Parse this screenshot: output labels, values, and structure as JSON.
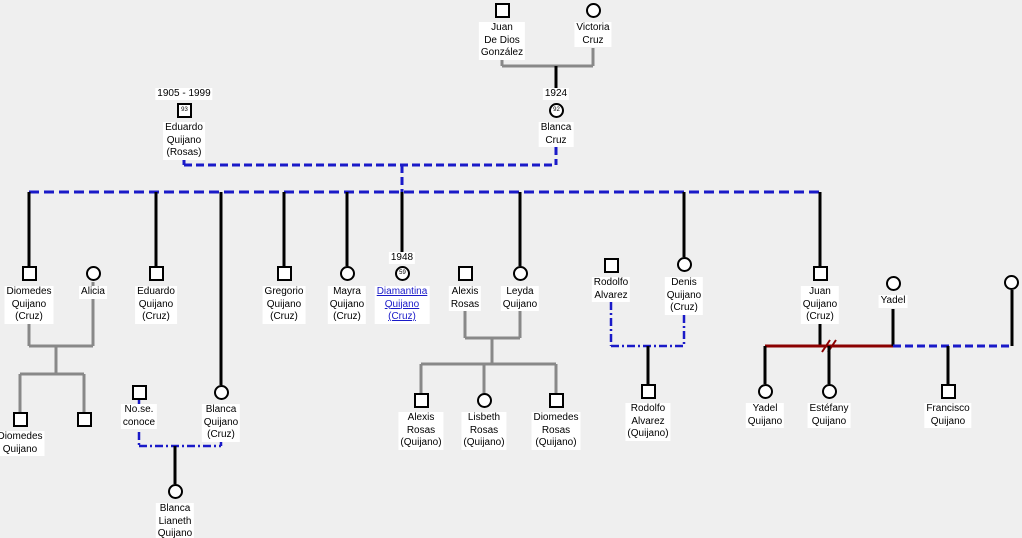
{
  "people": {
    "juan_dios": "Juan\nDe Dios\nGonzález",
    "victoria": "Victoria\nCruz",
    "eduardo_sr": "Eduardo\nQuijano\n(Rosas)",
    "blanca_cruz": "Blanca\nCruz",
    "diomedes_qc": "Diomedes\nQuijano\n(Cruz)",
    "alicia": "Alicia",
    "eduardo_qc": "Eduardo\nQuijano\n(Cruz)",
    "gregorio": "Gregorio\nQuijano\n(Cruz)",
    "mayra": "Mayra\nQuijano\n(Cruz)",
    "diamantina": "Diamantina\nQuijano\n(Cruz)",
    "alexis_rosas": "Alexis\nRosas",
    "leyda": "Leyda\nQuijano",
    "rodolfo_alvarez": "Rodolfo\nAlvarez",
    "denis": "Denis\nQuijano\n(Cruz)",
    "juan_qc": "Juan\nQuijano\n(Cruz)",
    "yadel": "Yadel",
    "diomedes_q": "Diomedes\nQuijano",
    "no_se_conoce": "No.se.\nconoce",
    "blanca_qc": "Blanca\nQuijano\n(Cruz)",
    "blanca_lianeth": "Blanca\nLianeth\nQuijano",
    "alexis_rq": "Alexis\nRosas\n(Quijano)",
    "lisbeth": "Lisbeth\nRosas\n(Quijano)",
    "diomedes_rq": "Diomedes\nRosas\n(Quijano)",
    "rodolfo_aq": "Rodolfo\nAlvarez\n(Quijano)",
    "yadel_q": "Yadel\nQuijano",
    "estefany": "Estéfany\nQuijano",
    "francisco": "Francisco\nQuijano"
  },
  "dates": {
    "eduardo_sr_life": "1905 - 1999",
    "eduardo_sr_age": "93",
    "blanca_cruz_birth": "1924",
    "blanca_cruz_age": "92",
    "diamantina_birth": "1948",
    "diamantina_age": "59"
  },
  "colors": {
    "marriage_line": "#1a1ac8",
    "parent_line": "#888888",
    "divorced_line": "#8b0000",
    "link_text": "#1a1ac8"
  }
}
